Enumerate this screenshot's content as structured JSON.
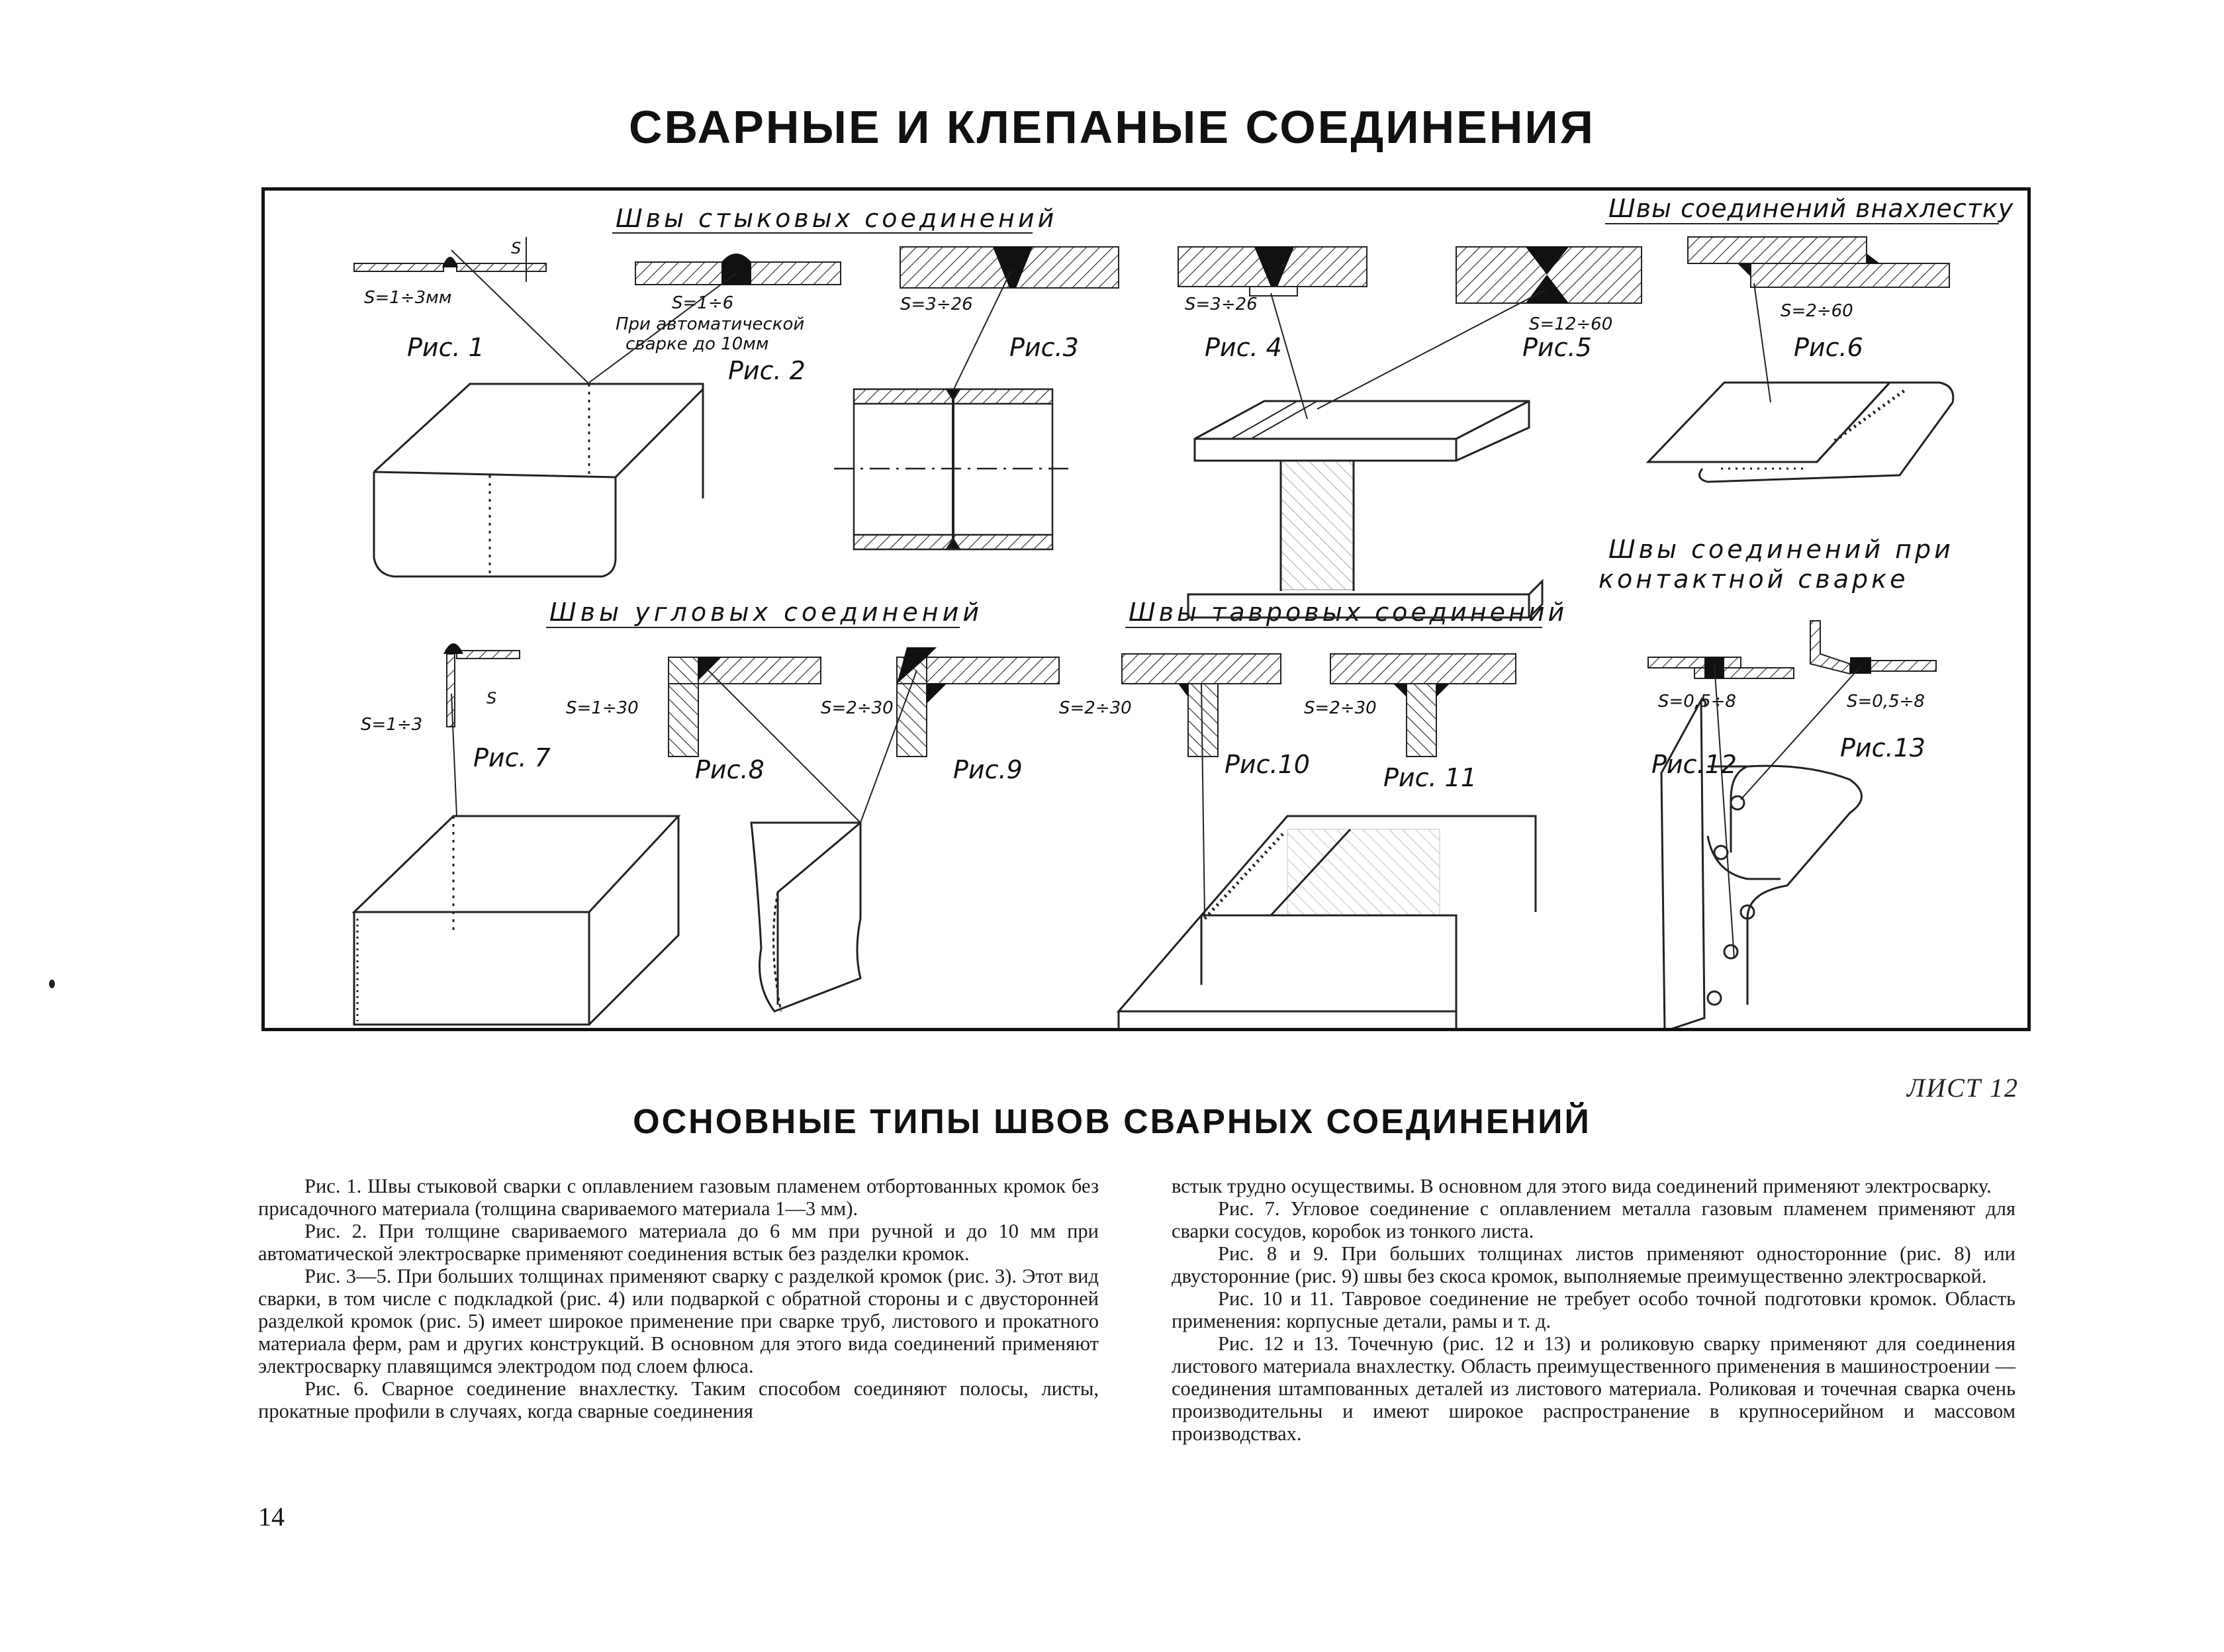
{
  "page": {
    "title": "СВАРНЫЕ И КЛЕПАНЫЕ СОЕДИНЕНИЯ",
    "sheet": "ЛИСТ 12",
    "subtitle": "ОСНОВНЫЕ ТИПЫ ШВОВ СВАРНЫХ СОЕДИНЕНИЙ",
    "page_number": "14"
  },
  "figure": {
    "sections": {
      "butt": "Швы стыковых соединений",
      "lap": "Швы соединений внахлестку",
      "corner": "Швы угловых соединений",
      "tee": "Швы тавровых соединений",
      "contact_1": "Швы соединений при",
      "contact_2": "контактной сварке"
    },
    "figs": [
      "Рис. 1",
      "Рис. 2",
      "Рис.3",
      "Рис. 4",
      "Рис.5",
      "Рис.6",
      "Рис. 7",
      "Рис.8",
      "Рис.9",
      "Рис.10",
      "Рис. 11",
      "Рис.12",
      "Рис.13"
    ],
    "dims": {
      "f1": "S=1÷3мм",
      "f1_s": "S",
      "f2": "S=1÷6",
      "f2_note_1": "При автоматической",
      "f2_note_2": "сварке до 10мм",
      "f3": "S=3÷26",
      "f4": "S=3÷26",
      "f5": "S=12÷60",
      "f6": "S=2÷60",
      "f7": "S=1÷3",
      "f7_s": "S",
      "f8": "S=1÷30",
      "f9": "S=2÷30",
      "f10": "S=2÷30",
      "f11": "S=2÷30",
      "f12": "S=0,5÷8",
      "f13": "S=0,5÷8"
    }
  },
  "text": {
    "left": [
      "Рис. 1. Швы стыковой сварки с оплавлением газовым пламенем отбортованных кромок без присадочного материала (толщина свариваемого материала 1—3 мм).",
      "Рис. 2. При толщине свариваемого материала до 6 мм при ручной и до 10 мм при автоматической электросварке применяют соединения встык без разделки кромок.",
      "Рис. 3—5. При больших толщинах применяют сварку с разделкой кромок (рис. 3). Этот вид сварки, в том числе с подкладкой (рис. 4) или подваркой с обратной стороны и с двусторонней разделкой кромок (рис. 5) имеет широкое применение при сварке труб, листового и прокатного материала ферм, рам и других конструкций. В основном для этого вида соединений применяют электросварку плавящимся электродом под слоем флюса.",
      "Рис. 6. Сварное соединение внахлестку. Таким способом соединяют полосы, листы, прокатные профили в случаях, когда сварные соединения"
    ],
    "right": [
      "встык трудно осуществимы. В основном для этого вида соединений применяют электросварку.",
      "Рис. 7. Угловое соединение с оплавлением металла газовым пламенем применяют для сварки сосудов, коробок из тонкого листа.",
      "Рис. 8 и 9. При больших толщинах листов применяют односторонние (рис. 8) или двусторонние (рис. 9) швы без скоса кромок, выполняемые преимущественно электросваркой.",
      "Рис. 10 и 11. Тавровое соединение не требует особо точной подготовки кромок. Область применения: корпусные детали, рамы и т. д.",
      "Рис. 12 и 13. Точечную (рис. 12 и 13) и роликовую сварку применяют для соединения листового материала внахлестку. Область преимущественного применения в машиностроении — соединения штампованных деталей из листового материала. Роликовая и точечная сварка очень производительны и имеют широкое распространение в крупносерийном и массовом производствах."
    ]
  }
}
